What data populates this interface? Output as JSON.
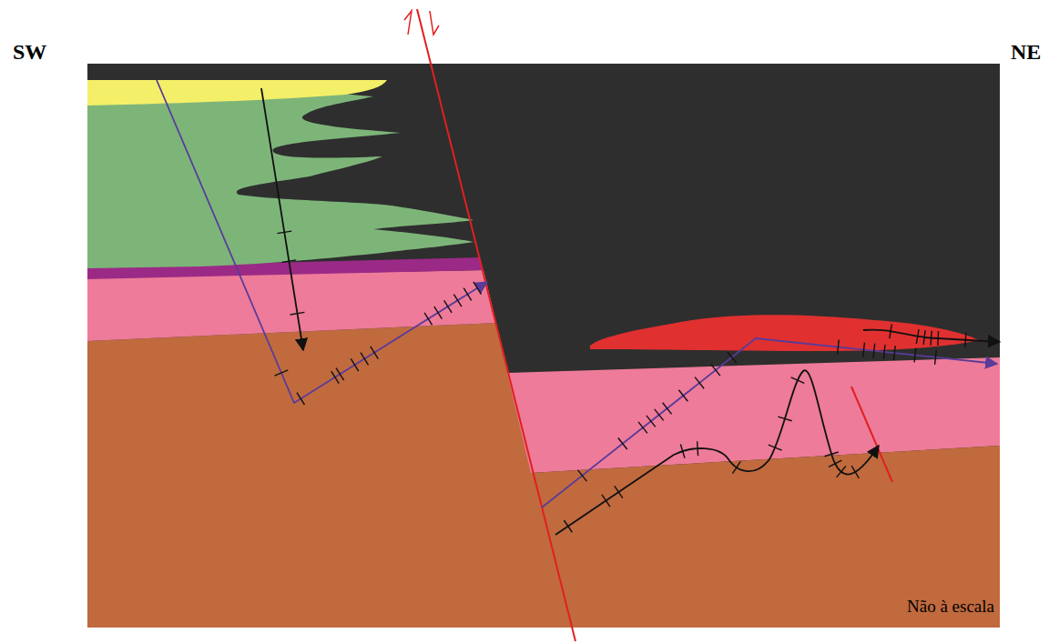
{
  "diagram": {
    "labels": [
      "SW",
      "NE",
      "Não à escala"
    ]
  }
}
